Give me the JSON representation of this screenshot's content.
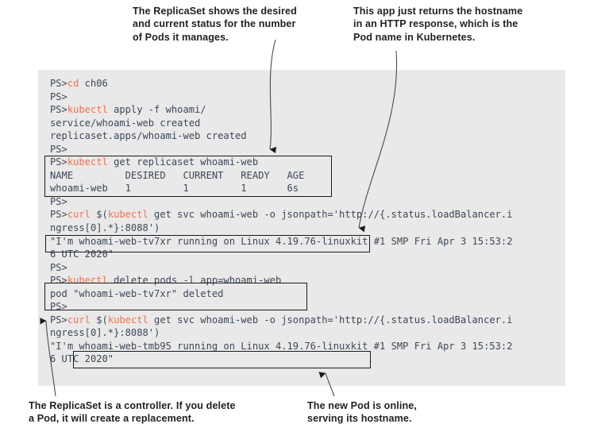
{
  "annotations": {
    "top_left": "The ReplicaSet shows the desired\nand current status for the number\nof Pods it manages.",
    "top_right": "This app just returns the hostname\nin an HTTP response, which is the\nPod name in Kubernetes.",
    "bottom_left": "The ReplicaSet is a controller. If you delete\na Pod, it will create a replacement.",
    "bottom_right": "The new Pod is online,\nserving its hostname."
  },
  "terminal": {
    "prompt": "PS>",
    "prompt_color": "#3c4858",
    "command_color": "#f2734d",
    "background": "#e9e9e9",
    "lines": [
      {
        "prompt": "PS>",
        "cmd": "cd",
        "rest": " ch06"
      },
      {
        "prompt": "PS>",
        "cmd": "",
        "rest": ""
      },
      {
        "prompt": "PS>",
        "cmd": "kubectl",
        "rest": " apply -f whoami/"
      },
      {
        "prompt": "",
        "cmd": "",
        "rest": "service/whoami-web created"
      },
      {
        "prompt": "",
        "cmd": "",
        "rest": "replicaset.apps/whoami-web created"
      },
      {
        "prompt": "PS>",
        "cmd": "",
        "rest": ""
      },
      {
        "prompt": "PS>",
        "cmd": "kubectl",
        "rest": " get replicaset whoami-web"
      },
      {
        "prompt": "",
        "cmd": "",
        "rest": "NAME         DESIRED   CURRENT   READY   AGE"
      },
      {
        "prompt": "",
        "cmd": "",
        "rest": "whoami-web   1         1         1       6s"
      },
      {
        "prompt": "PS>",
        "cmd": "",
        "rest": ""
      },
      {
        "prompt": "PS>",
        "cmd": "curl",
        "rest": " $(",
        "cmd2": "kubectl",
        "rest2": " get svc whoami-web -o jsonpath='http://{.status.loadBalancer.i"
      },
      {
        "prompt": "",
        "cmd": "",
        "rest": "ngress[0].*}:8088')"
      },
      {
        "prompt": "",
        "cmd": "",
        "rest": "\"I'm whoami-web-tv7xr running on Linux 4.19.76-linuxkit #1 SMP Fri Apr 3 15:53:2"
      },
      {
        "prompt": "",
        "cmd": "",
        "rest": "6 UTC 2020\""
      },
      {
        "prompt": "PS>",
        "cmd": "",
        "rest": ""
      },
      {
        "prompt": "PS>",
        "cmd": "kubectl",
        "rest": " delete pods -l app=whoami-web"
      },
      {
        "prompt": "",
        "cmd": "",
        "rest": "pod \"whoami-web-tv7xr\" deleted"
      },
      {
        "prompt": "PS>",
        "cmd": "",
        "rest": ""
      },
      {
        "prompt": "PS>",
        "cmd": "curl",
        "rest": " $(",
        "cmd2": "kubectl",
        "rest2": " get svc whoami-web -o jsonpath='http://{.status.loadBalancer.i"
      },
      {
        "prompt": "",
        "cmd": "",
        "rest": "ngress[0].*}:8088')"
      },
      {
        "prompt": "",
        "cmd": "",
        "rest": "\"I'm whoami-web-tmb95 running on Linux 4.19.76-linuxkit #1 SMP Fri Apr 3 15:53:2"
      },
      {
        "prompt": "",
        "cmd": "",
        "rest": "6 UTC 2020\""
      }
    ],
    "highlighted_regions": [
      "kubectl get replicaset whoami-web output table",
      "\"I'm whoami-web-tv7xr running on Linux 4.19.76-linuxkit",
      "kubectl delete pods -l app=whoami-web / pod \"whoami-web-tv7xr\" deleted",
      "whoami-web-tmb95 running on Linux 4.19.76-linuxkit"
    ]
  }
}
